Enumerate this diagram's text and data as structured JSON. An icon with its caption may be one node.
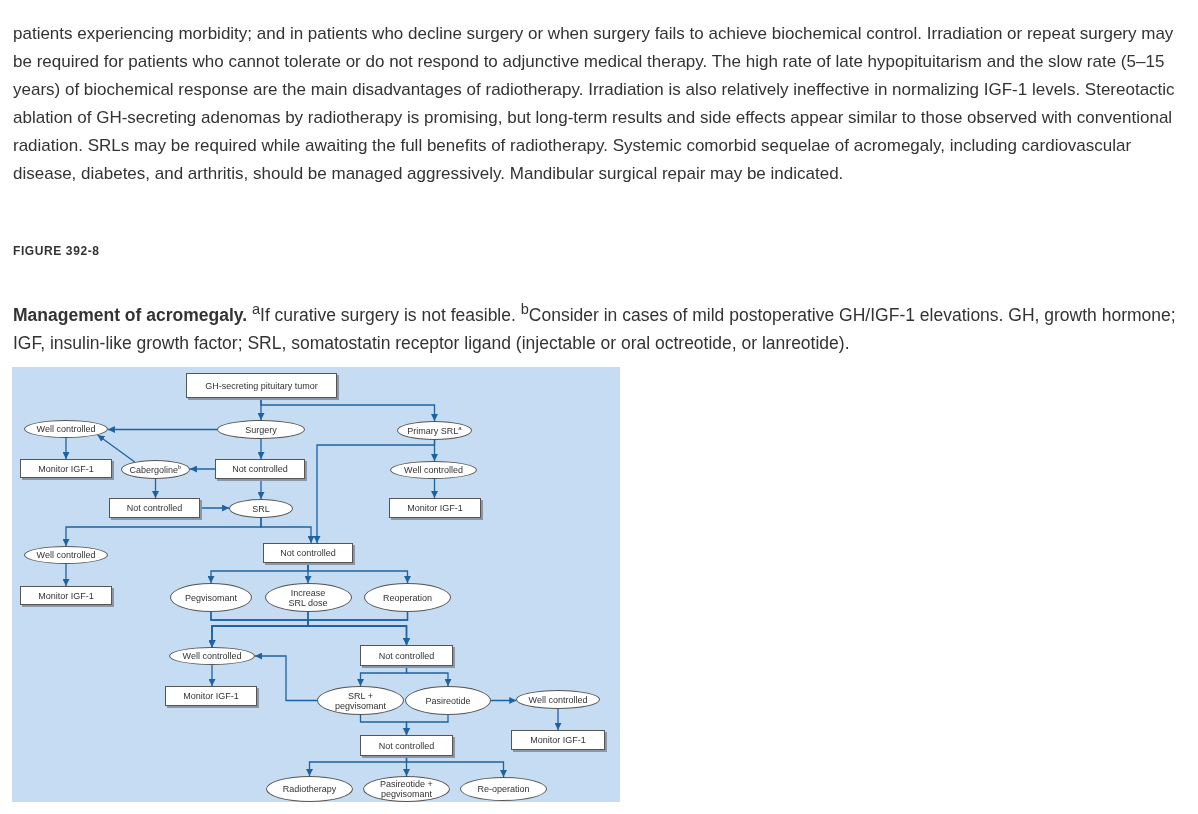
{
  "diagram": {
    "title": "FIGURE 392-8",
    "caption": "**Management of acromegaly.** $^{a}$If curative surgery is not feasible. $^{b}$Consider in cases of mild postoperative GH/IGF-1 elevations. GH, growth hormone; IGF, insulin-like growth factor; SRL, somatostatin receptor ligand (injectable or oral octreotide, or lanreotide).",
    "nodes": [
      {
        "text": [
          "GH-secreting pituitary tumor"
        ]
      },
      {
        "text": [
          "Surgery"
        ]
      },
      {
        "text": [
          "Primary SRL$^{a}$"
        ]
      },
      {
        "text": [
          "Well controlled"
        ]
      },
      {
        "text": [
          "Monitor IGF-1"
        ]
      },
      {
        "text": [
          "Cabergoline$^{b}$"
        ]
      },
      {
        "text": [
          "Not controlled"
        ]
      },
      {
        "text": [
          "Well controlled"
        ]
      },
      {
        "text": [
          "Not controlled"
        ]
      },
      {
        "text": [
          "SRL"
        ]
      },
      {
        "text": [
          "Monitor IGF-1"
        ]
      },
      {
        "text": [
          "Well controlled"
        ]
      },
      {
        "text": [
          "Not controlled"
        ]
      },
      {
        "text": [
          "Monitor IGF-1"
        ]
      },
      {
        "text": [
          "Pegvisomant"
        ]
      },
      {
        "text": [
          "Increase SRL dose"
        ]
      },
      {
        "text": [
          "Reoperation"
        ]
      },
      {
        "text": [
          "Well controlled"
        ]
      },
      {
        "text": [
          "Not controlled"
        ]
      },
      {
        "text": [
          "Monitor IGF-1"
        ]
      },
      {
        "text": [
          "SRL + pegvisomant"
        ]
      },
      {
        "text": [
          "Pasireotide"
        ]
      },
      {
        "text": [
          "Well controlled"
        ]
      },
      {
        "text": [
          "Not controlled"
        ]
      },
      {
        "text": [
          "Monitor IGF-1"
        ]
      },
      {
        "text": [
          "Radiotherapy"
        ]
      },
      {
        "text": [
          "Pasireotide + pegvisomant"
        ]
      },
      {
        "text": [
          "Re-operation"
        ]
      }
    ],
    "edges": [
      {
        "from": 0,
        "to": 1,
        "arrow": "to"
      },
      {
        "from": 0,
        "to": 2,
        "arrow": "to"
      },
      {
        "from": 1,
        "to": 3,
        "arrow": "to"
      },
      {
        "from": 1,
        "to": 6,
        "arrow": "to"
      },
      {
        "from": 2,
        "to": 7,
        "arrow": "to"
      },
      {
        "from": 7,
        "to": 10,
        "arrow": "to"
      },
      {
        "from": 3,
        "to": 4,
        "arrow": "to"
      },
      {
        "from": 6,
        "to": 5,
        "arrow": "to"
      },
      {
        "from": 5,
        "to": 3,
        "arrow": "to"
      },
      {
        "from": 5,
        "to": 8,
        "arrow": "to"
      },
      {
        "from": 6,
        "to": 9,
        "arrow": "to"
      },
      {
        "from": 8,
        "to": 9,
        "arrow": "to"
      },
      {
        "from": 9,
        "to": 11,
        "arrow": "to"
      },
      {
        "from": 9,
        "to": 12,
        "arrow": "to"
      },
      {
        "from": 2,
        "to": 12,
        "arrow": "to"
      },
      {
        "from": 11,
        "to": 13,
        "arrow": "to"
      },
      {
        "from": 12,
        "to": 14,
        "arrow": "to"
      },
      {
        "from": 12,
        "to": 15,
        "arrow": "to"
      },
      {
        "from": 12,
        "to": 16,
        "arrow": "to"
      },
      {
        "from": 14,
        "to": 17,
        "arrow": "to"
      },
      {
        "from": 14,
        "to": 18,
        "arrow": "to"
      },
      {
        "from": 15,
        "to": 17,
        "arrow": "to"
      },
      {
        "from": 15,
        "to": 18,
        "arrow": "to"
      },
      {
        "from": 16,
        "to": 17,
        "arrow": "to"
      },
      {
        "from": 16,
        "to": 18,
        "arrow": "to"
      },
      {
        "from": 17,
        "to": 19,
        "arrow": "to"
      },
      {
        "from": 20,
        "to": 17,
        "arrow": "to"
      },
      {
        "from": 18,
        "to": 20,
        "arrow": "to"
      },
      {
        "from": 18,
        "to": 21,
        "arrow": "to"
      },
      {
        "from": 21,
        "to": 22,
        "arrow": "to"
      },
      {
        "from": 22,
        "to": 24,
        "arrow": "to"
      },
      {
        "from": 20,
        "to": 23,
        "arrow": "to"
      },
      {
        "from": 21,
        "to": 23,
        "arrow": "to"
      },
      {
        "from": 23,
        "to": 25,
        "arrow": "to"
      },
      {
        "from": 23,
        "to": 26,
        "arrow": "to"
      },
      {
        "from": 23,
        "to": 27,
        "arrow": "to"
      }
    ],
    "labels": [
      "patients experiencing morbidity; and in patients who decline surgery or when surgery fails to achieve biochemical control. Irradiation or repeat surgery may be required for patients who cannot tolerate or do not respond to adjunctive medical therapy. The high rate of late hypopituitarism and the slow rate (5–15 years) of biochemical response are the main disadvantages of radiotherapy. Irradiation is also relatively ineffective in normalizing IGF-1 levels. Stereotactic ablation of GH-secreting adenomas by radiotherapy is promising, but long-term results and side effects appear similar to those observed with conventional radiation. SRLs may be required while awaiting the full benefits of radiotherapy. Systemic comorbid sequelae of acromegaly, including cardiovascular disease, diabetes, and arthritis, should be managed aggressively. Mandibular surgical repair may be indicated."
    ]
  }
}
